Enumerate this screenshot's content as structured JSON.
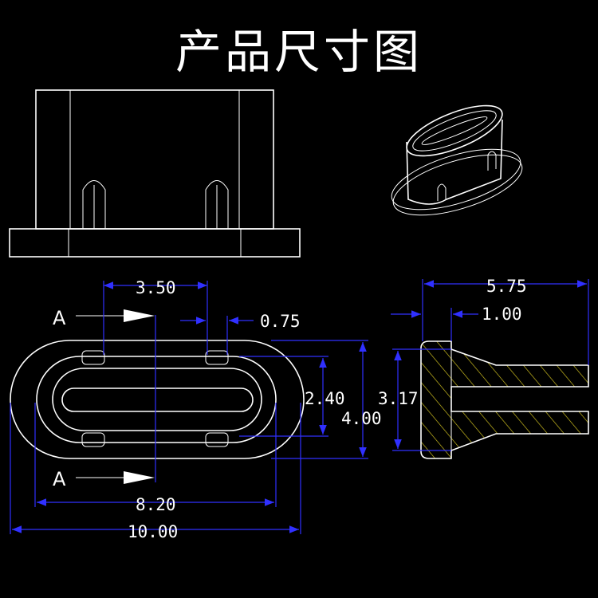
{
  "title": "产品尺寸图",
  "dimensions": {
    "d_pitch": "3.50",
    "d_slot": "0.75",
    "d_inner_h": "2.40",
    "d_outer_h": "4.00",
    "d_inner_w": "8.20",
    "d_outer_w": "10.00",
    "d_total_len": "5.75",
    "d_flange": "1.00",
    "d_body_h": "3.17"
  },
  "section_label": "A",
  "colors": {
    "background": "#000000",
    "outline": "#ffffff",
    "dimension": "#3030ff",
    "hatch": "#d8c820"
  }
}
